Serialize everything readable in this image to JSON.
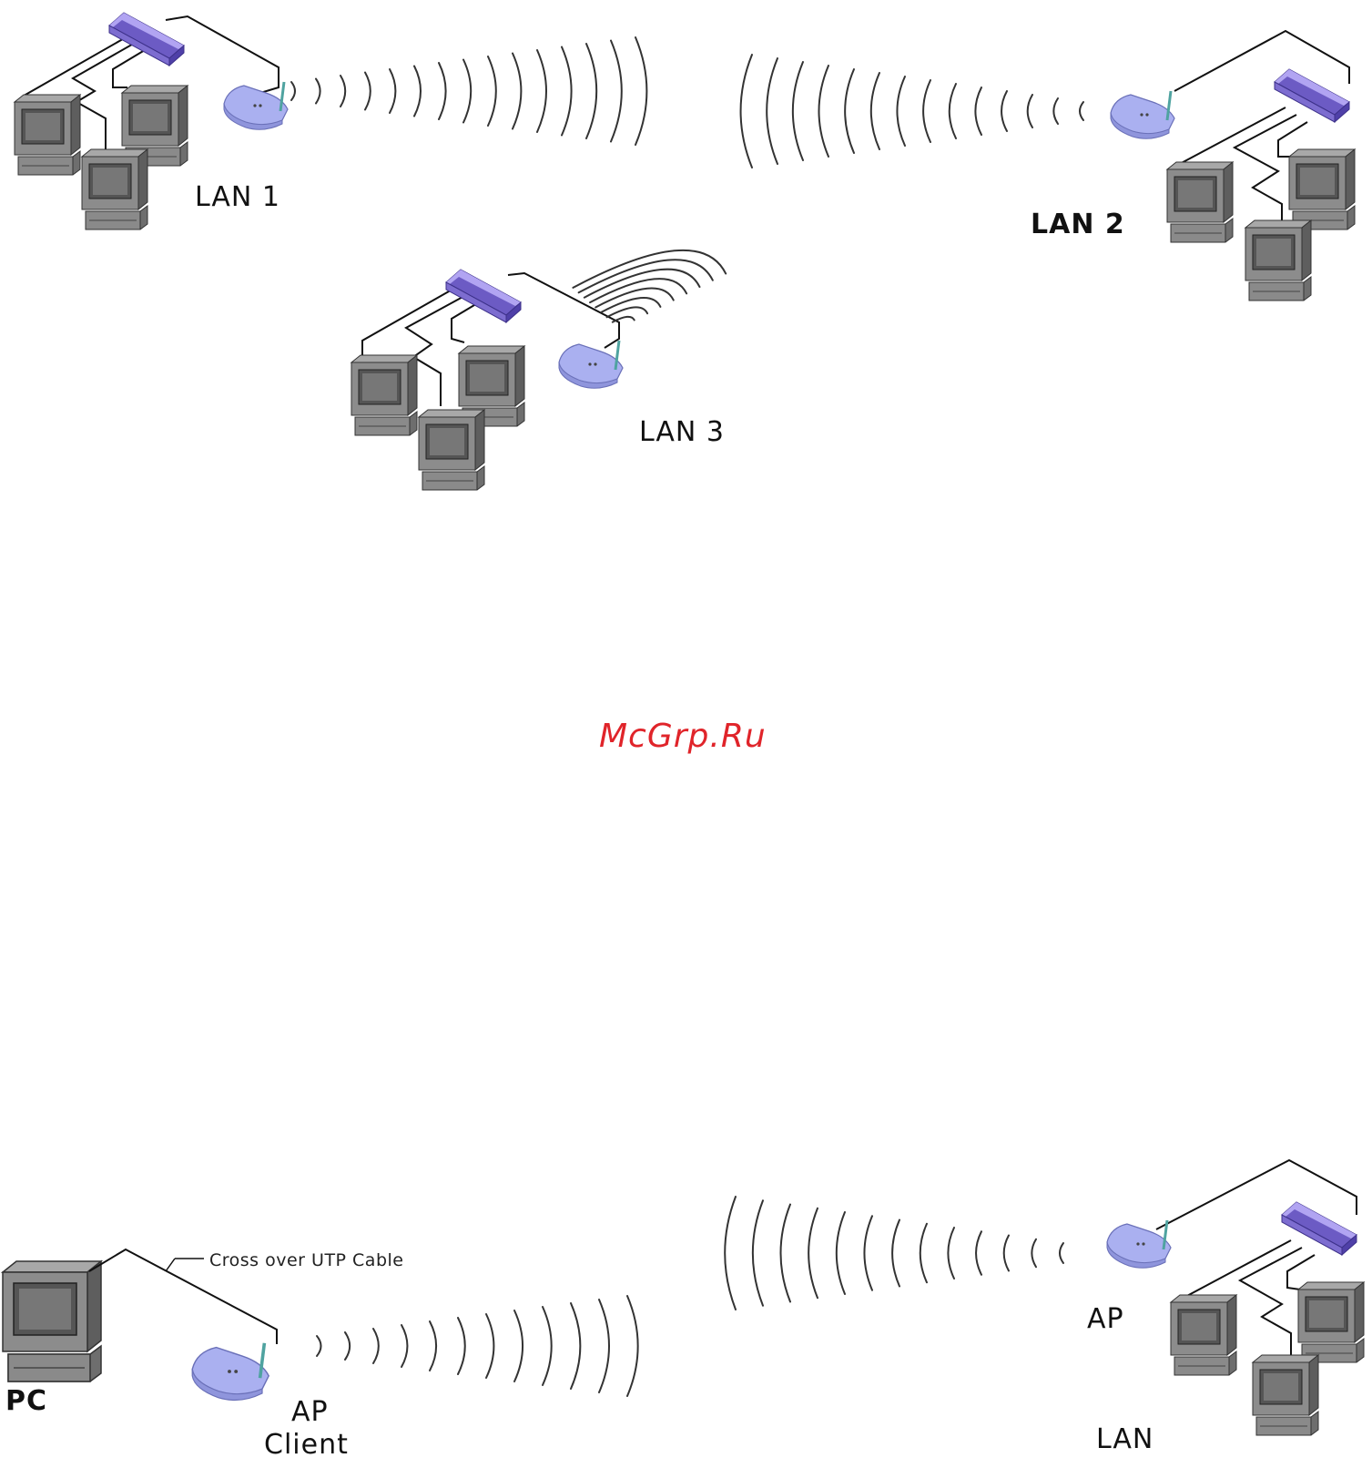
{
  "labels": {
    "lan1": "LAN 1",
    "lan2": "LAN 2",
    "lan3": "LAN 3",
    "pc": "PC",
    "ap_client_line1": "AP",
    "ap_client_line2": "Client",
    "ap": "AP",
    "lan": "LAN",
    "cable": "Cross over UTP Cable"
  },
  "watermark": "McGrp.Ru",
  "colors": {
    "device_purple": "#9f8fe6",
    "device_purple_dark": "#6c5bc4",
    "access_point": "#aab0f0",
    "computer_gray": "#7c7c7c",
    "watermark_red": "#e0242a"
  },
  "icons": [
    "desktop-computer-icon",
    "network-switch-icon",
    "wireless-access-point-icon",
    "radio-wave-icon"
  ]
}
